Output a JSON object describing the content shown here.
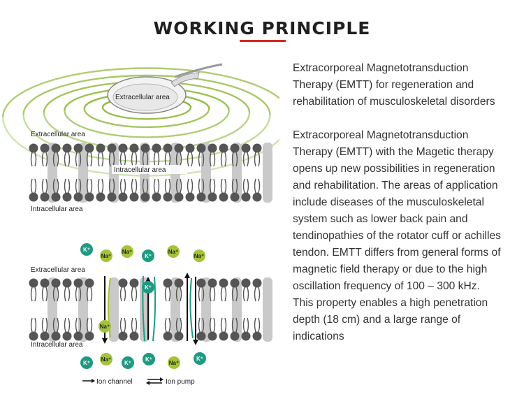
{
  "header": {
    "title": "WORKING PRINCIPLE",
    "accent_color": "#d7261e"
  },
  "diagram_top": {
    "device_label": "Extracellular area",
    "extracellular_label": "Extracellular area",
    "intracellular_inner_label": "Intracellular area",
    "intracellular_label": "Intracellular area",
    "wave_color": "#8db83a"
  },
  "diagram_bottom": {
    "extracellular_label": "Extracellular area",
    "intracellular_label": "Intracellular area",
    "ion_k": "K⁺",
    "ion_na": "Na⁺",
    "k_color": "#1f9a82",
    "na_color": "#a6c23b",
    "legend_channel": "Ion channel",
    "legend_pump": "Ion pump"
  },
  "text": {
    "paragraph1": "Extracorporeal Magnetotransduction Therapy (EMTT) for regeneration and rehabilitation of musculoskeletal disorders",
    "paragraph2": "Extracorporeal Magnetotransduction Therapy (EMTT) with the Magetic therapy opens up new possibilities in regeneration and rehabilitation. The areas of application include diseases of the musculoskeletal system such as lower back pain and tendinopathies of the rotator cuff or achilles tendon. EMTT differs from general forms of magnetic field therapy or due to the high oscillation frequency of 100 – 300 kHz. This property enables a high penetration depth (18 cm) and a large range of indications"
  }
}
